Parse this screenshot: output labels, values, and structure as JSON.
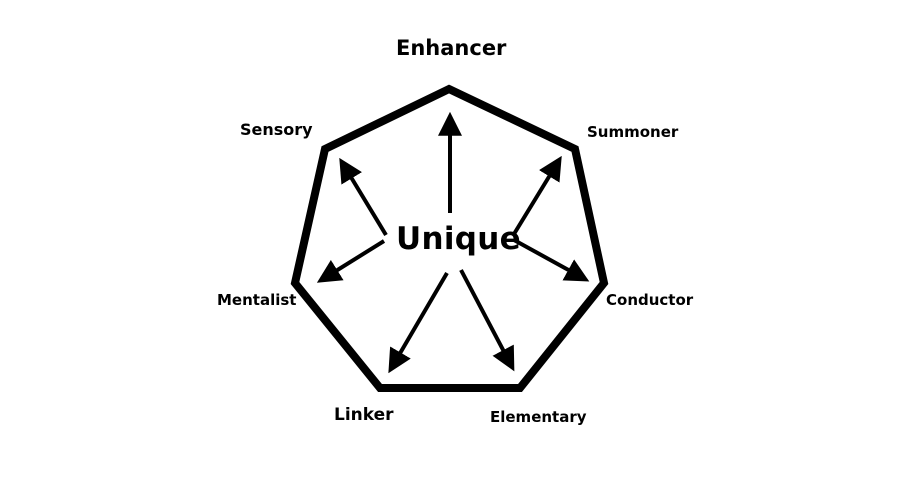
{
  "diagram": {
    "center_label": "Unique",
    "nodes": {
      "enhancer": "Enhancer",
      "sensory": "Sensory",
      "summoner": "Summoner",
      "mentalist": "Mentalist",
      "conductor": "Conductor",
      "linker": "Linker",
      "elementary": "Elementary"
    },
    "colors": {
      "stroke": "#000000",
      "background": "#ffffff",
      "text": "#000000"
    }
  }
}
